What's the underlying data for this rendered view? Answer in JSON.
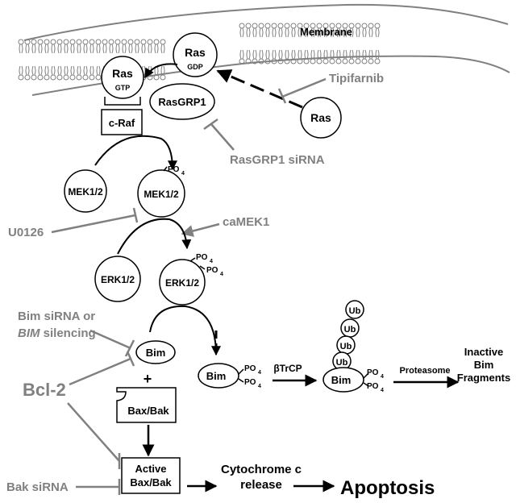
{
  "membrane_label": "Membrane",
  "nodes": {
    "ras_gtp": "Ras",
    "gtp": "GTP",
    "ras_gdp": "Ras",
    "gdp": "GDP",
    "rasgrp1": "RasGRP1",
    "ras": "Ras",
    "craf": "c-Raf",
    "mek_left": "MEK1/2",
    "mek_right": "MEK1/2",
    "erk_left": "ERK1/2",
    "erk_right": "ERK1/2",
    "bim_top": "Bim",
    "plus": "+",
    "bax_bak": "Bax/Bak",
    "active_line1": "Active",
    "active_line2": "Bax/Bak",
    "bim_po4": "Bim",
    "bim_ub": "Bim",
    "ub": "Ub",
    "po4": "PO",
    "sub4": "4"
  },
  "inhibitors": {
    "tipifarnib": "Tipifarnib",
    "rasgrp1_sirna": "RasGRP1 siRNA",
    "u0126": "U0126",
    "camek1": "caMEK1",
    "bim_sirna_line1": "Bim siRNA or",
    "bim_sirna_line2_italic": "BIM",
    "bim_sirna_line2_rest": " silencing",
    "bcl2": "Bcl-2",
    "bak_sirna": "Bak siRNA"
  },
  "labels": {
    "btrcp": "βTrCP",
    "proteasome": "Proteasome",
    "inactive_line1": "Inactive",
    "inactive_line2": "Bim",
    "inactive_line3": "Fragments",
    "cytc_line1": "Cytochrome c",
    "cytc_line2": "release",
    "apoptosis": "Apoptosis"
  },
  "colors": {
    "black": "#000000",
    "grey": "#808080"
  }
}
